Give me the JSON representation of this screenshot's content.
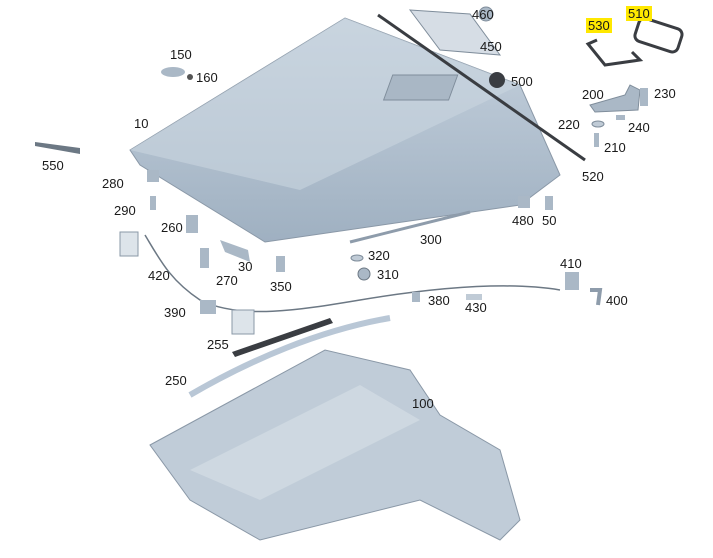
{
  "colors": {
    "highlight": "#ffe800",
    "part": "#b9c7d6",
    "part_dark": "#8e9cab",
    "seal": "#3a3d42"
  },
  "labels": {
    "p10": "10",
    "p30": "30",
    "p50": "50",
    "p100": "100",
    "p150": "150",
    "p160": "160",
    "p200": "200",
    "p210": "210",
    "p220": "220",
    "p230": "230",
    "p240": "240",
    "p250": "250",
    "p255": "255",
    "p260": "260",
    "p270": "270",
    "p280": "280",
    "p290": "290",
    "p300": "300",
    "p310": "310",
    "p320": "320",
    "p350": "350",
    "p380": "380",
    "p390": "390",
    "p400": "400",
    "p410": "410",
    "p420": "420",
    "p430": "430",
    "p450": "450",
    "p460": "460",
    "p480": "480",
    "p500": "500",
    "p510": "510",
    "p520": "520",
    "p530": "530",
    "p550": "550"
  },
  "highlighted": [
    "510",
    "530"
  ]
}
